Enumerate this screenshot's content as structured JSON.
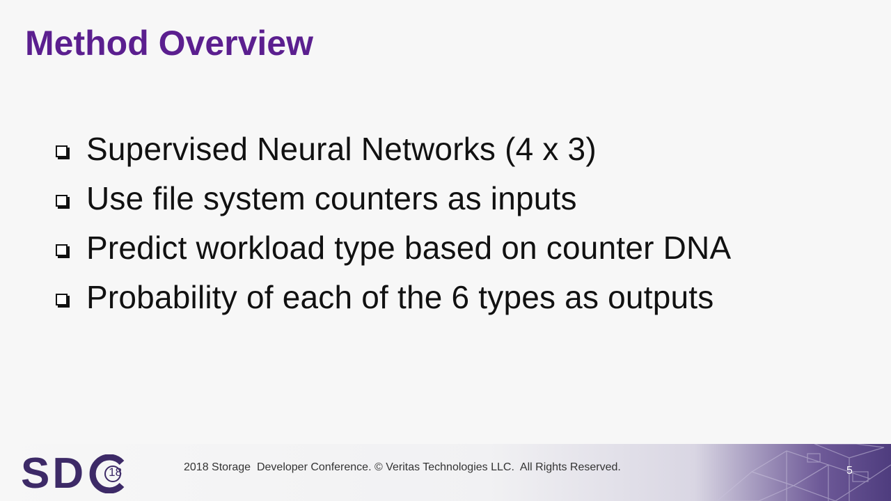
{
  "slide": {
    "title": "Method Overview",
    "bullets": [
      "Supervised Neural Networks (4 x 3)",
      "Use file system counters as inputs",
      "Predict workload type based on counter DNA",
      "Probability of each of the 6 types as outputs"
    ]
  },
  "footer": {
    "logo_letters": [
      "S",
      "D"
    ],
    "logo_number": "18",
    "text": "2018 Storage  Developer Conference. © Veritas Technologies LLC.  All Rights Reserved.",
    "page_number": "5"
  },
  "colors": {
    "title": "#5b1f8f",
    "logo": "#3d2a67",
    "footer_band_end": "#4e3c7e"
  }
}
